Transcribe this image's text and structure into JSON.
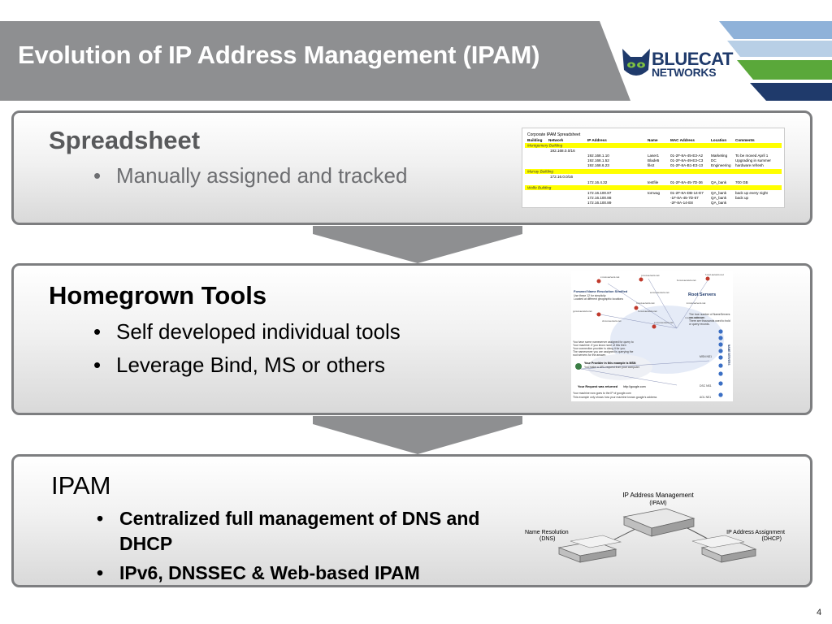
{
  "slide": {
    "title": "Evolution of IP Address Management (IPAM)",
    "page_number": "4"
  },
  "logo": {
    "word1": "BLUECAT",
    "word2": "NETWORKS"
  },
  "stages": [
    {
      "heading": "Spreadsheet",
      "bullets": [
        "Manually assigned and tracked"
      ]
    },
    {
      "heading": "Homegrown Tools",
      "bullets": [
        "Self developed individual tools",
        "Leverage Bind, MS or others"
      ]
    },
    {
      "heading": "IPAM",
      "bullets": [
        "Centralized full management of DNS and",
        "DHCP",
        "IPv6, DNSSEC & Web-based IPAM"
      ]
    }
  ],
  "spreadsheet": {
    "title": "Corporate IPAM Spreadsheet",
    "headers": [
      "Building",
      "Network",
      "IP Address",
      "Name",
      "MAC Address",
      "Location",
      "Comments"
    ],
    "sections": [
      {
        "building": "Montgomery Building",
        "network": "192.168.0.0/16",
        "rows": [
          [
            "192.168.1.10",
            "Laser1",
            "01-2F-8A-45-E3-A2",
            "Marketing",
            "To be moved April 1"
          ],
          [
            "192.168.1.52",
            "Blade5",
            "01-2F-8A-49-E3-C3",
            "DC",
            "Upgrading in summer"
          ],
          [
            "192.168.6.23",
            "file2",
            "01-2F-8A-B1-E3-13",
            "Engineering",
            "hardware refresh"
          ]
        ]
      },
      {
        "building": "Murray Building",
        "network": "172.16.0.0/16",
        "rows": [
          [
            "172.16.4.32",
            "testfile",
            "01-2F-8A-45-7D-36",
            "QA_bank",
            "700 GB"
          ]
        ]
      },
      {
        "building": "Wolfe Building",
        "network": "",
        "rows": [
          [
            "172.16.100.87",
            "tomvag",
            "01-2F-8A-DB-14-E7",
            "QA_bank",
            "back up every night"
          ],
          [
            "172.16.100.88",
            "",
            "-1F-8A-45-7D-57",
            "QA_bank",
            "back up"
          ],
          [
            "172.16.100.89",
            "",
            "-2F-8A-14-E8",
            "QA_bank",
            ""
          ]
        ]
      }
    ]
  },
  "dns_diagram": {
    "title": "Forward Name Resolution Simified",
    "subtitle1": "Use these 12 for simplicity",
    "subtitle2": "Located at different geographic locations",
    "root_servers": "Root Servers",
    "note1": "The true number of NameServers",
    "note2": "are unknown.",
    "note3": "There are thousands used to hold",
    "note4": "or query records.",
    "text1": "You have some nameserver assigned for query to",
    "text2": "Your machine. If you know none of this then",
    "text3": "Your connection provider is doing it for you.",
    "text4": "The nameserver you are assigned is querying the",
    "text5": "root servers for the answer.",
    "provider1": "Your Provider in this example is MSN",
    "provider2": "You make a URL request from your computer",
    "returned": "Your Request was returned",
    "returned_value": "http://google.com",
    "footer1": "Your machine now goes to the IP of google.com",
    "footer2": "This example only shows how your machine knows google's address",
    "server_labels": [
      "MSN NS1",
      "DSC NS1",
      "AOL NS1"
    ],
    "side_label": "NAME SERVERS",
    "node_labels": [
      "c.root-servers.net",
      "j.root-servers.net",
      "f.root-servers.net",
      "b.root-servers.net",
      "a.root-servers.net",
      "k.root-servers.net",
      "g.root-servers.net",
      "l.root-servers.net",
      "h.root-servers.net",
      "d.root-servers.net",
      "e.root-servers.net",
      "i.root-servers.net"
    ]
  },
  "ipam_diagram": {
    "top_label": "IP Address Management",
    "top_sub": "(IPAM)",
    "left_label": "Name Resolution",
    "left_sub": "(DNS)",
    "right_label": "IP Address Assignment",
    "right_sub": "(DHCP)"
  },
  "colors": {
    "title_bar": "#8e8f91",
    "panel_border": "#7d7e80",
    "arrow": "#8e8f91",
    "heading_text": "#58595b",
    "bullet_text": "#6d6e71",
    "stripe_light_blue": "#8fb2d9",
    "stripe_green": "#5aa83a",
    "stripe_navy": "#1f3a6b",
    "highlight_yellow": "#ffff00"
  }
}
